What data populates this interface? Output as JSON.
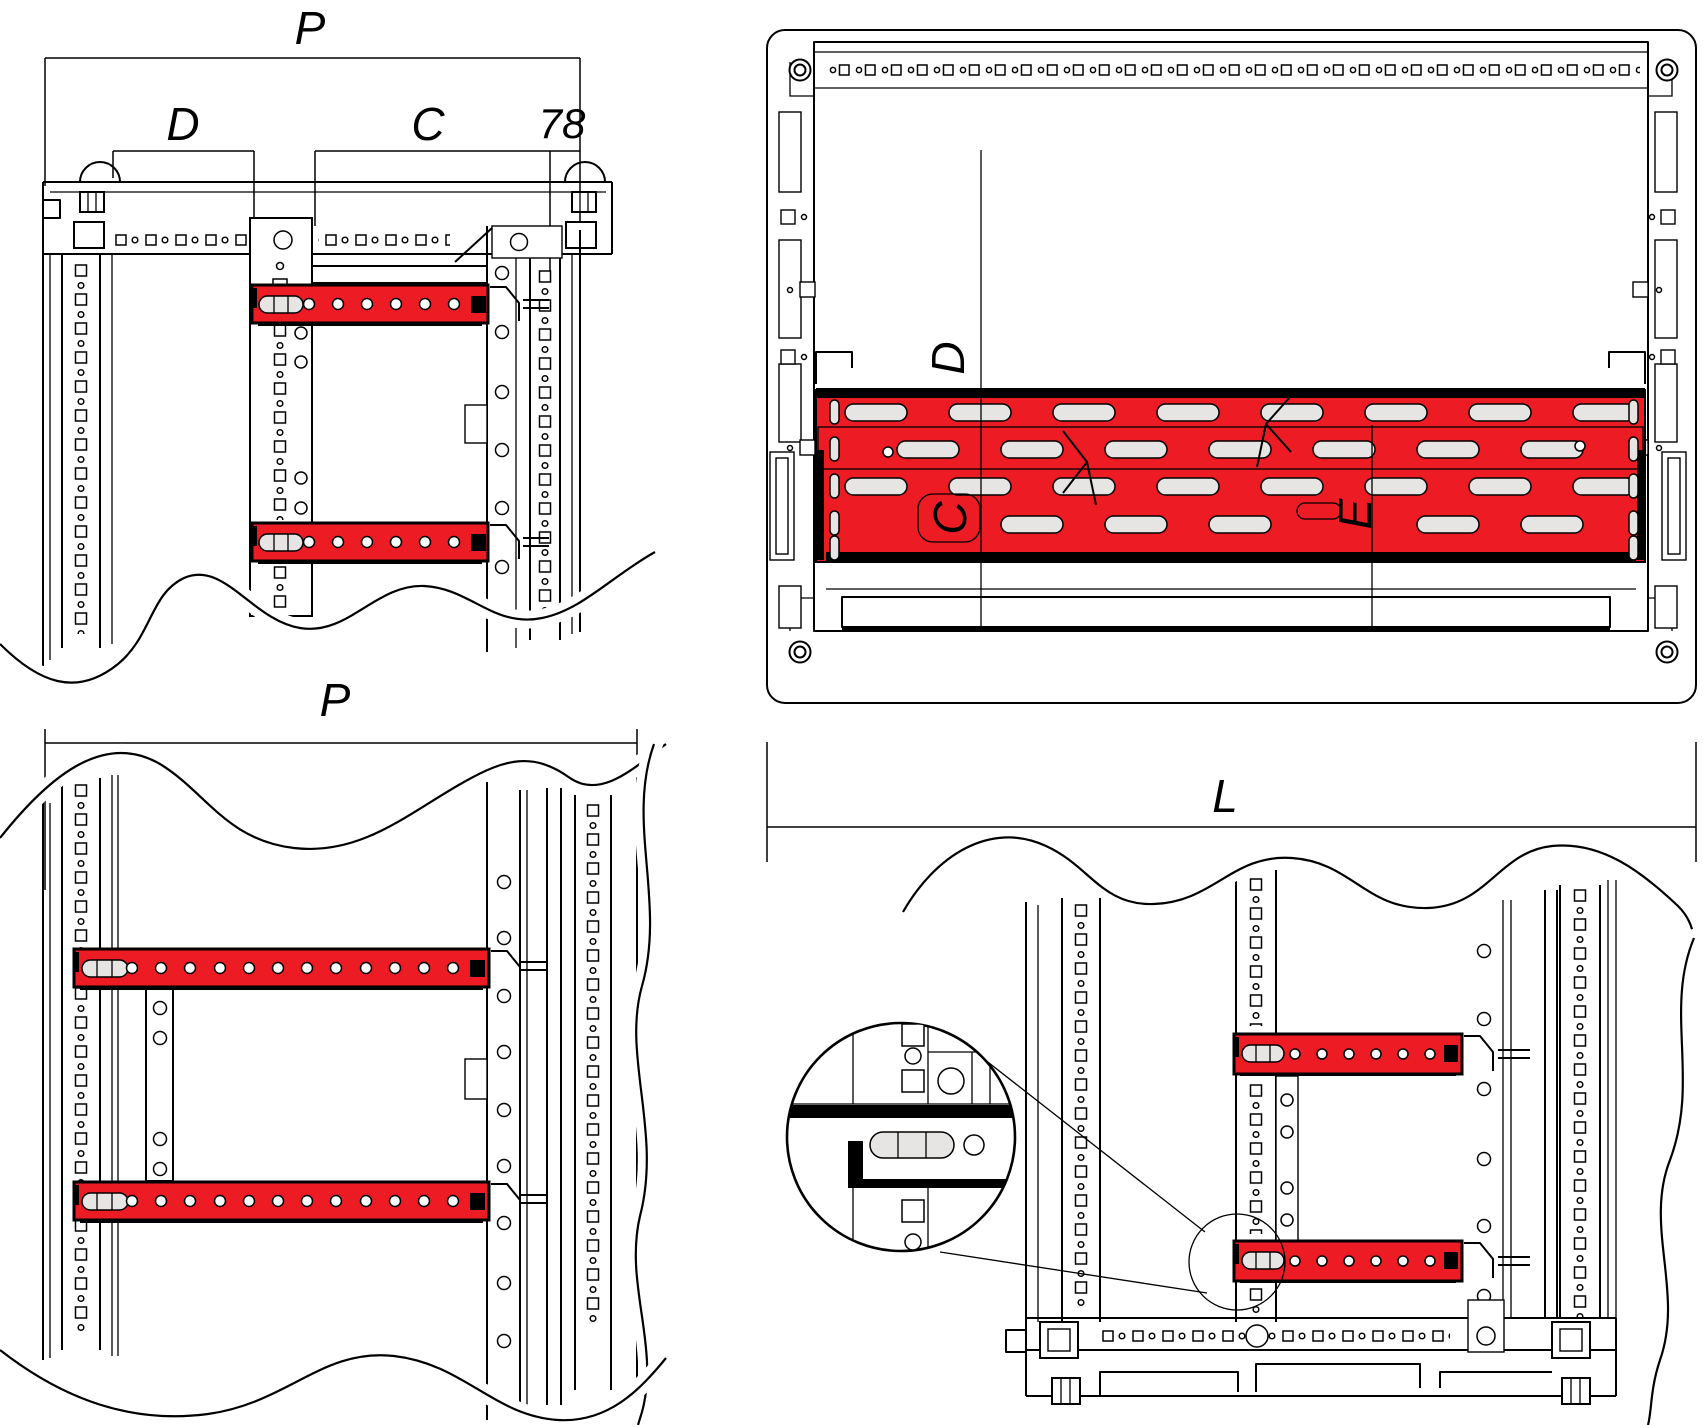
{
  "colors": {
    "rail-red": "#ED1C24",
    "slot-gray": "#E6E5E3",
    "line": "#000000",
    "bg": "#FFFFFF"
  },
  "views": {
    "front_top": {
      "dims": {
        "p": "P",
        "d": "D",
        "c": "C",
        "n78": "78"
      }
    },
    "plan": {
      "dims": {
        "d": "D",
        "c": "C",
        "e": "E",
        "l": "L"
      }
    },
    "front_bottom": {
      "dims": {
        "p": "P"
      }
    }
  }
}
